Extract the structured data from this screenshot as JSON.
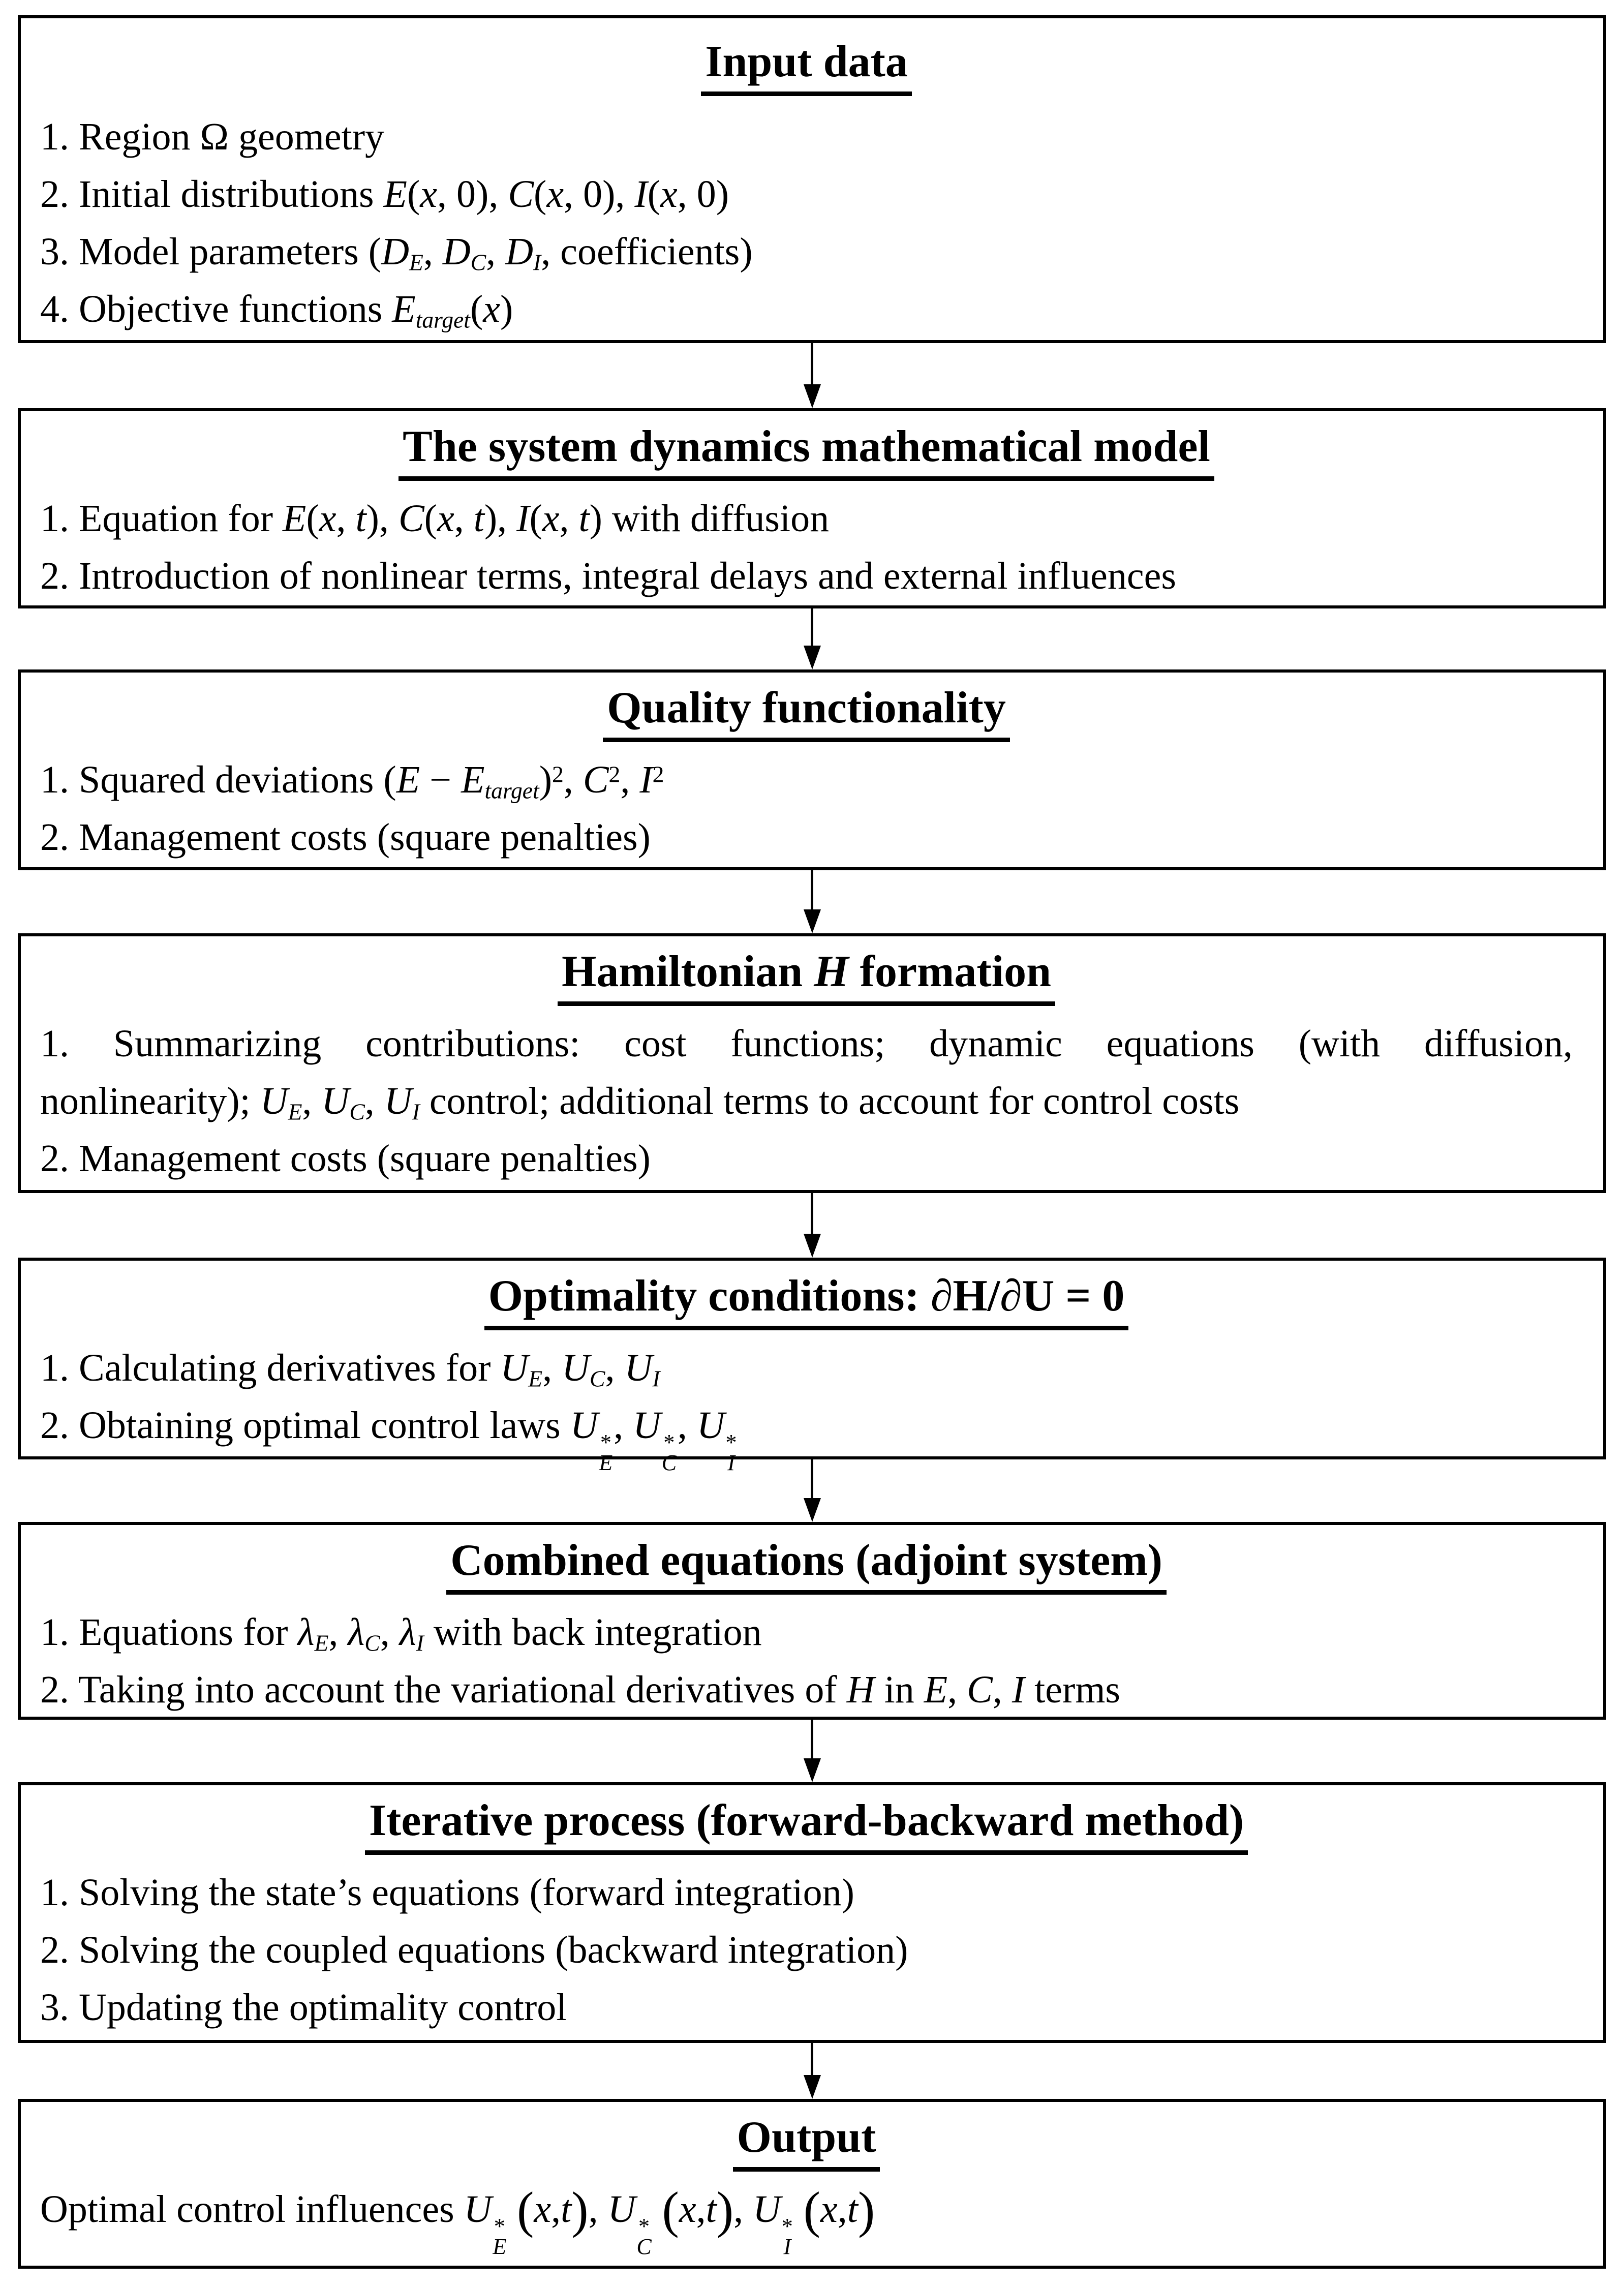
{
  "diagram": {
    "type": "flowchart",
    "background_color": "#ffffff",
    "line_color": "#000000",
    "text_color": "#000000",
    "arrow": {
      "count": 7,
      "direction": "down",
      "style": "solid-triangle-head"
    },
    "boxes": [
      {
        "id": "input-data",
        "title": "Input data",
        "items": [
          "1. Region Ω geometry",
          "2. Initial distributions <i>E</i>(<i>x</i>, 0), <i>C</i>(<i>x</i>, 0), <i>I</i>(<i>x</i>, 0)",
          "3. Model parameters (<i>D<sub>E</sub></i>, <i>D<sub>C</sub></i>, <i>D<sub>I</sub></i>, coefficients)",
          "4. Objective functions <i>E<sub>target</sub></i>(<i>x</i>)"
        ]
      },
      {
        "id": "system-dynamics-model",
        "title": "The system dynamics mathematical model",
        "items": [
          "1. Equation for <i>E</i>(<i>x</i>, <i>t</i>), <i>C</i>(<i>x</i>, <i>t</i>), <i>I</i>(<i>x</i>, <i>t</i>) with diffusion",
          "2. Introduction of nonlinear terms, integral delays and external influences"
        ]
      },
      {
        "id": "quality-functionality",
        "title": "Quality functionality",
        "items": [
          "1. Squared deviations (<i>E</i> − <i>E<sub>target</sub></i>)<sup>2</sup>, <i>C</i><sup>2</sup>, <i>I</i><sup>2</sup>",
          "2. Management costs (square penalties)"
        ]
      },
      {
        "id": "hamiltonian-formation",
        "title": "Hamiltonian <i>H</i> formation",
        "items": [
          "1. Summarizing contributions: cost functions; dynamic equations (with diffusion,",
          "nonlinearity); <i>U<sub>E</sub></i>, <i>U<sub>C</sub></i>, <i>U<sub>I</sub></i> control; additional terms to account for control costs",
          "2. Management costs (square penalties)"
        ]
      },
      {
        "id": "optimality-conditions",
        "title": "Optimality conditions: ∂H/∂U = 0",
        "items": [
          "1. Calculating derivatives for <i>U<sub>E</sub></i>, <i>U<sub>C</sub></i>, <i>U<sub>I</sub></i>",
          "2. Obtaining optimal control laws <i>U</i><span class='ss'><span class='top'>*</span><span class='bot'>E</span></span>, <i>U</i><span class='ss'><span class='top'>*</span><span class='bot'>C</span></span>, <i>U</i><span class='ss'><span class='top'>*</span><span class='bot'>I</span></span>"
        ]
      },
      {
        "id": "combined-equations",
        "title": "Combined equations (adjoint system)",
        "items": [
          "1. Equations for <i>λ<sub>E</sub></i>, <i>λ<sub>C</sub></i>, <i>λ<sub>I</sub></i> with back integration",
          "2. Taking into account the variational derivatives of <i>H</i> in <i>E</i>, <i>C</i>, <i>I</i> terms"
        ]
      },
      {
        "id": "iterative-process",
        "title": "Iterative process (forward-backward method)",
        "items": [
          "1. Solving the state’s equations (forward integration)",
          "2. Solving the coupled equations (backward integration)",
          "3. Updating the optimality control"
        ]
      },
      {
        "id": "output",
        "title": "Output",
        "items": [
          "Optimal control influences <i>U</i><span class='ss'><span class='top'>*</span><span class='bot'>E</span></span> <span class='bp'>(</span><i>x</i>,<i>t</i><span class='bp'>)</span>, <i>U</i><span class='ss'><span class='top'>*</span><span class='bot'>C</span></span> <span class='bp'>(</span><i>x</i>,<i>t</i><span class='bp'>)</span>, <i>U</i><span class='ss'><span class='top'>*</span><span class='bot'>I</span></span> <span class='bp'>(</span><i>x</i>,<i>t</i><span class='bp'>)</span>"
        ]
      }
    ]
  }
}
